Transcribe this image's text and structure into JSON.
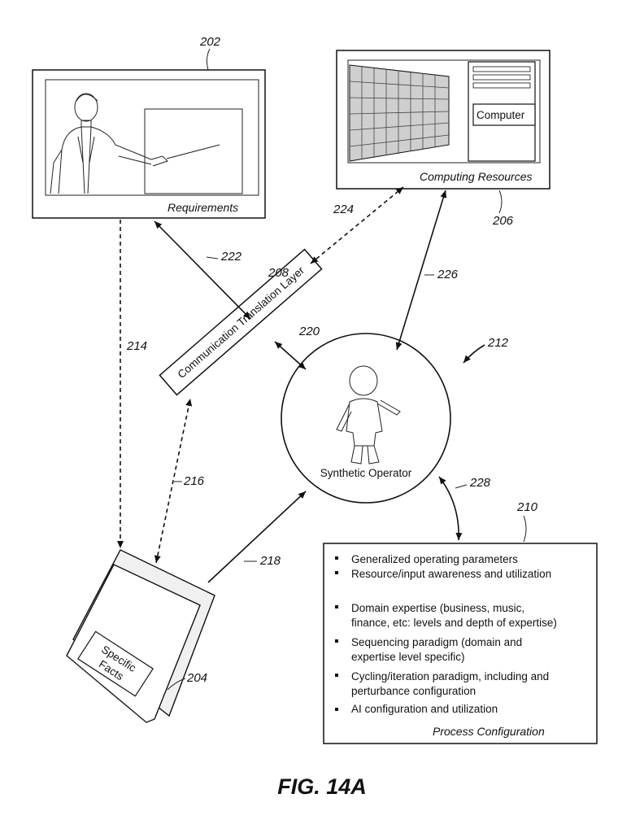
{
  "refs": {
    "r202": "202",
    "r204": "204",
    "r206": "206",
    "r208": "208",
    "r210": "210",
    "r212": "212",
    "r214": "214",
    "r216": "216",
    "r218": "218",
    "r220": "220",
    "r222": "222",
    "r224": "224",
    "r226": "226",
    "r228": "228"
  },
  "requirements": {
    "caption": "Requirements"
  },
  "computing": {
    "caption": "Computing Resources",
    "computer_label": "Computer"
  },
  "translation_layer": {
    "label": "Communication Translation Layer"
  },
  "operator": {
    "label": "Synthetic Operator"
  },
  "facts": {
    "label_line1": "Specific",
    "label_line2": "Facts"
  },
  "process_config": {
    "caption": "Process Configuration",
    "lines": [
      "Generalized operating parameters",
      "Resource/input awareness and utilization",
      "Domain expertise (business, music,",
      "finance, etc: levels and depth of expertise)",
      "Sequencing paradigm (domain and",
      "expertise level specific)",
      "Cycling/iteration paradigm, including and",
      "perturbance configuration",
      "AI configuration and utilization"
    ]
  },
  "figure_label": "FIG. 14A"
}
